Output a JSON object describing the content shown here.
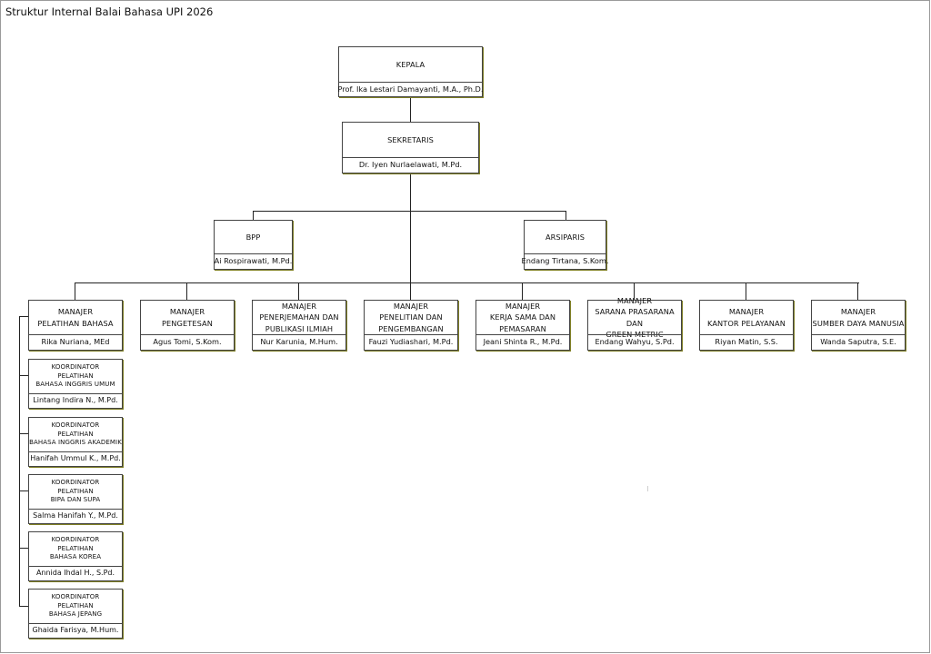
{
  "title": "Struktur Internal Balai Bahasa UPI 2026",
  "kepala": {
    "role": [
      "KEPALA"
    ],
    "name": "Prof. Ika Lestari Damayanti, M.A., Ph.D."
  },
  "sekretaris": {
    "role": [
      "SEKRETARIS"
    ],
    "name": "Dr. Iyen Nurlaelawati, M.Pd."
  },
  "bpp": {
    "role": [
      "BPP"
    ],
    "name": "Ai Rospirawati, M.Pd."
  },
  "arsiparis": {
    "role": [
      "ARSIPARIS"
    ],
    "name": "Endang Tirtana, S.Kom."
  },
  "managers": [
    {
      "role": [
        "MANAJER",
        "PELATIHAN BAHASA"
      ],
      "name": "Rika Nuriana, MEd"
    },
    {
      "role": [
        "MANAJER",
        "PENGETESAN"
      ],
      "name": "Agus Tomi, S.Kom."
    },
    {
      "role": [
        "MANAJER",
        "PENERJEMAHAN DAN",
        "PUBLIKASI ILMIAH"
      ],
      "name": "Nur Karunia, M.Hum."
    },
    {
      "role": [
        "MANAJER",
        "PENELITIAN DAN",
        "PENGEMBANGAN"
      ],
      "name": "Fauzi Yudiashari, M.Pd."
    },
    {
      "role": [
        "MANAJER",
        "KERJA SAMA DAN",
        "PEMASARAN"
      ],
      "name": "Jeani Shinta R., M.Pd."
    },
    {
      "role": [
        "MANAJER",
        "SARANA PRASARANA DAN",
        "GREEN METRIC"
      ],
      "name": "Endang Wahyu, S.Pd."
    },
    {
      "role": [
        "MANAJER",
        "KANTOR PELAYANAN"
      ],
      "name": "Riyan Matin, S.S."
    },
    {
      "role": [
        "MANAJER",
        "SUMBER DAYA MANUSIA"
      ],
      "name": "Wanda Saputra, S.E."
    }
  ],
  "coordinators": [
    {
      "role": [
        "KOORDINATOR",
        "PELATIHAN",
        "BAHASA INGGRIS UMUM"
      ],
      "name": "Lintang Indira N., M.Pd."
    },
    {
      "role": [
        "KOORDINATOR",
        "PELATIHAN",
        "BAHASA INGGRIS AKADEMIK"
      ],
      "name": "Hanifah Ummul K., M.Pd."
    },
    {
      "role": [
        "KOORDINATOR",
        "PELATIHAN",
        "BIPA DAN SUPA"
      ],
      "name": "Salma Hanifah Y., M.Pd."
    },
    {
      "role": [
        "KOORDINATOR",
        "PELATIHAN",
        "BAHASA KOREA"
      ],
      "name": "Annida Ihdal H., S.Pd."
    },
    {
      "role": [
        "KOORDINATOR",
        "PELATIHAN",
        "BAHASA JEPANG"
      ],
      "name": "Ghaida Farisya, M.Hum."
    }
  ]
}
